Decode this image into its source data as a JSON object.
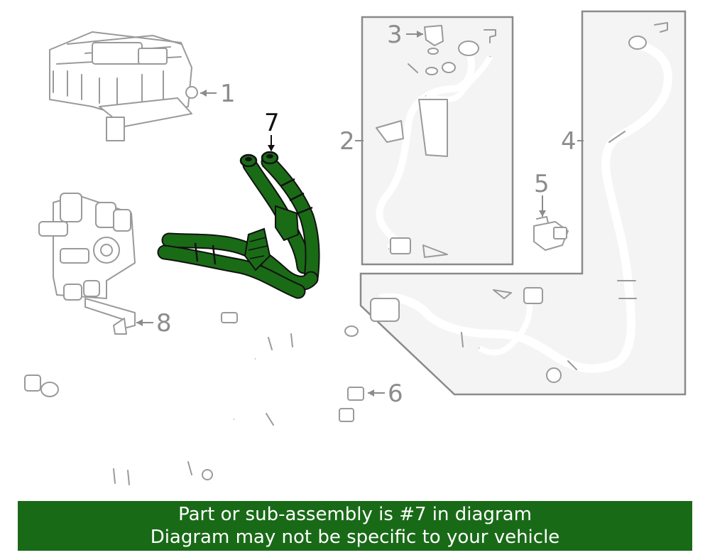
{
  "callouts": [
    {
      "id": "1",
      "label": "1"
    },
    {
      "id": "2",
      "label": "2"
    },
    {
      "id": "3",
      "label": "3"
    },
    {
      "id": "4",
      "label": "4"
    },
    {
      "id": "5",
      "label": "5"
    },
    {
      "id": "6",
      "label": "6"
    },
    {
      "id": "7",
      "label": "7"
    },
    {
      "id": "8",
      "label": "8"
    }
  ],
  "highlighted_part": "7",
  "colors": {
    "highlight": "#1a6b16",
    "banner": "#196a17",
    "line_art": "#9a9a9a",
    "inset_fill": "#f4f4f4"
  },
  "banner": {
    "line1": "Part or sub-assembly is #7 in diagram",
    "line2": "Diagram may not be specific to your vehicle"
  }
}
